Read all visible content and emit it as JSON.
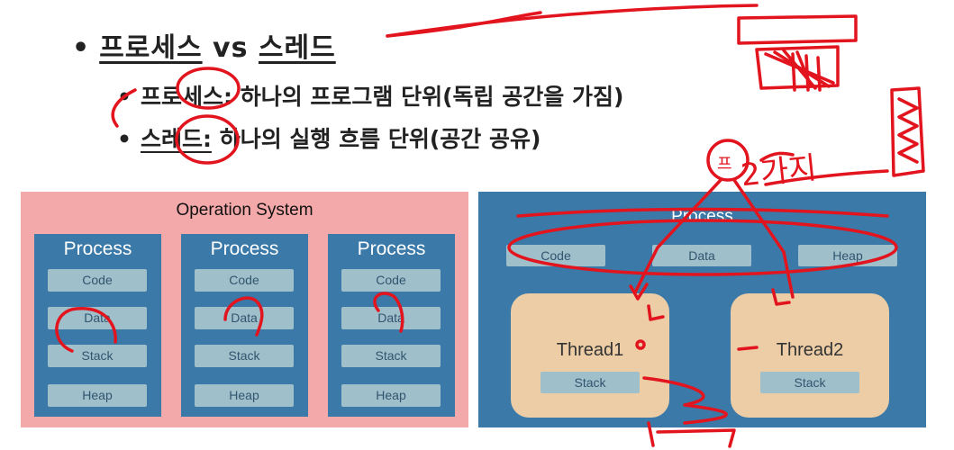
{
  "slide": {
    "main_bullet": {
      "dot": "•",
      "term": "프로세스",
      "vs": "vs",
      "term2": "스레드"
    },
    "sub_bullets": [
      {
        "dot": "•",
        "term": "프로세스:",
        "desc": "하나의 프로그램 단위(독립 공간을 가짐)"
      },
      {
        "dot": "•",
        "term": "스레드:",
        "desc": "하나의 실행 흐름 단위(공간 공유)"
      }
    ]
  },
  "left_diagram": {
    "title": "Operation System",
    "process_label": "Process",
    "segments": [
      "Code",
      "Data",
      "Stack",
      "Heap"
    ]
  },
  "right_diagram": {
    "title": "Process",
    "shared": [
      "Code",
      "Data",
      "Heap"
    ],
    "threads": [
      {
        "name": "Thread1",
        "stack": "Stack"
      },
      {
        "name": "Thread2",
        "stack": "Stack"
      }
    ]
  },
  "annotations": {
    "circled_char": "프",
    "note": "2가지",
    "ink_color": "#e2141e"
  }
}
